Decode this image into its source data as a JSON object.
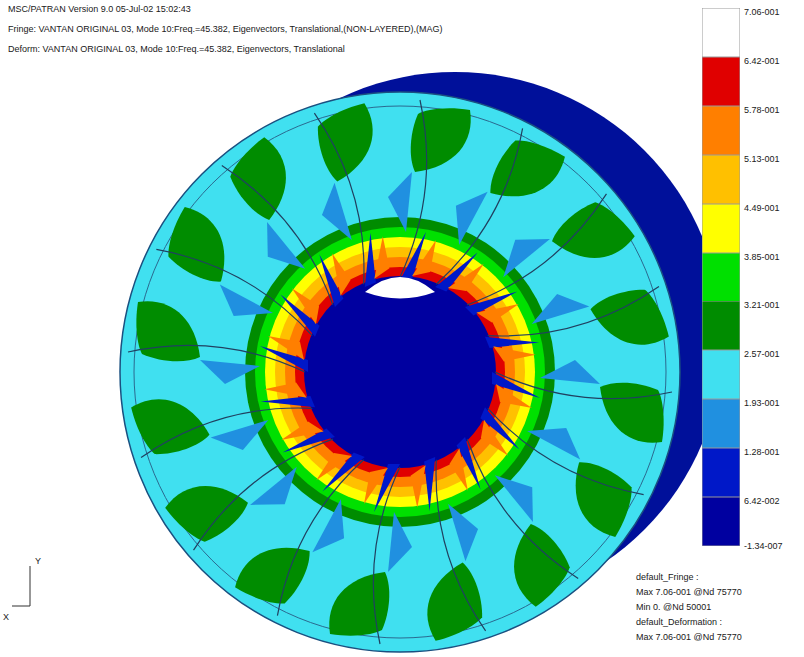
{
  "diagram": {
    "labels": [
      "MSC/PATRAN Version 9.0 05-Jul-02 15:02:43",
      "Fringe: VANTAN ORIGINAL 03, Mode 10:Freq.=45.382, Eigenvectors, Translational,(NON-LAYERED),(MAG)",
      "Deform: VANTAN ORIGINAL 03, Mode 10:Freq.=45.382, Eigenvectors, Translational",
      "Y",
      "X",
      "default_Fringe :",
      "Max 7.06-001 @Nd 75770",
      "Min 0. @Nd 50001",
      "default_Deformation :",
      "Max 7.06-001 @Nd 75770",
      "-1.34-007"
    ],
    "legend": [
      {
        "text": "7.06-001",
        "color": "#ffffff"
      },
      {
        "text": "6.42-001",
        "color": "#e00000"
      },
      {
        "text": "5.78-001",
        "color": "#ff7f00"
      },
      {
        "text": "5.13-001",
        "color": "#ffc000"
      },
      {
        "text": "4.49-001",
        "color": "#ffff00"
      },
      {
        "text": "3.85-001",
        "color": "#00e000"
      },
      {
        "text": "3.21-001",
        "color": "#008c00"
      },
      {
        "text": "2.57-001",
        "color": "#40e0f0"
      },
      {
        "text": "1.93-001",
        "color": "#2090e0"
      },
      {
        "text": "1.28-001",
        "color": "#0018c8"
      },
      {
        "text": "6.42-002",
        "color": "#0000a0"
      }
    ]
  }
}
